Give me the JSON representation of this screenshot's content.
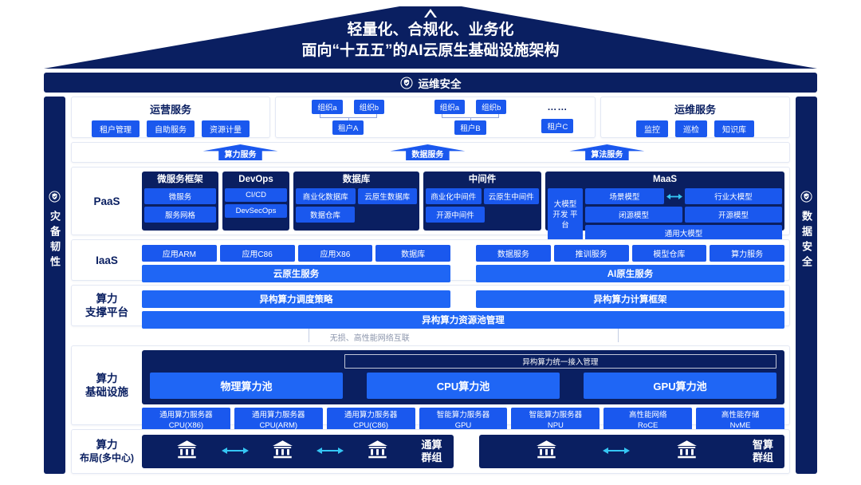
{
  "colors": {
    "navy": "#0A1F61",
    "blue": "#1A58EE",
    "bright_blue": "#1F66F5",
    "cyan": "#35C6F4"
  },
  "roof": {
    "line1": "轻量化、合规化、业务化",
    "line2": "面向“十五五”的AI云原生基础设施架构"
  },
  "security_bar": {
    "label": "运维安全"
  },
  "sidebars": {
    "left": {
      "label": "灾备韧性"
    },
    "right": {
      "label": "数据安全"
    }
  },
  "top_row": {
    "operation": {
      "title": "运营服务",
      "buttons": [
        "租户管理",
        "自助服务",
        "资源计量"
      ]
    },
    "org": {
      "groups": [
        {
          "orgs": [
            "组织a",
            "组织b"
          ],
          "tenant": "租户A"
        },
        {
          "orgs": [
            "组织a",
            "组织b"
          ],
          "tenant": "租户B"
        }
      ],
      "dots": "……",
      "tenant_c": "租户C"
    },
    "maintenance": {
      "title": "运维服务",
      "buttons": [
        "监控",
        "巡检",
        "知识库"
      ]
    }
  },
  "service_arrows": [
    "算力服务",
    "数据服务",
    "算法服务"
  ],
  "paas": {
    "label": "PaaS",
    "groups": [
      {
        "title": "微服务框架",
        "items": [
          "微服务",
          "服务网格"
        ]
      },
      {
        "title": "DevOps",
        "items": [
          "CI/CD",
          "DevSecOps"
        ]
      },
      {
        "title": "数据库",
        "items": [
          "商业化数据库",
          "云原生数据库",
          "数据仓库"
        ]
      },
      {
        "title": "中间件",
        "items": [
          "商业化中间件",
          "云原生中间件",
          "开源中间件"
        ]
      }
    ],
    "maas": {
      "title": "MaaS",
      "platform": "大模型 开发 平台",
      "row1": [
        "场景模型",
        "行业大模型"
      ],
      "row2": [
        "闭源模型",
        "开源模型"
      ],
      "row3": "通用大模型"
    }
  },
  "iaas": {
    "label": "IaaS",
    "left": {
      "items": [
        "应用ARM",
        "应用C86",
        "应用X86",
        "数据库"
      ],
      "bar": "云原生服务"
    },
    "right": {
      "items": [
        "数据服务",
        "推训服务",
        "模型仓库",
        "算力服务"
      ],
      "bar": "AI原生服务"
    }
  },
  "support": {
    "label1": "算力",
    "label2": "支撑平台",
    "top": [
      "异构算力调度策略",
      "异构算力计算框架"
    ],
    "bottom": "异构算力资源池管理"
  },
  "network": {
    "label": "无损、高性能网络互联"
  },
  "infra": {
    "label1": "算力",
    "label2": "基础设施",
    "access": "异构算力统一接入管理",
    "pools": [
      "物理算力池",
      "CPU算力池",
      "GPU算力池"
    ],
    "servers": [
      {
        "line1": "通用算力服务器",
        "line2": "CPU(X86)"
      },
      {
        "line1": "通用算力服务器",
        "line2": "CPU(ARM)"
      },
      {
        "line1": "通用算力服务器",
        "line2": "CPU(C86)"
      },
      {
        "line1": "智能算力服务器",
        "line2": "GPU"
      },
      {
        "line1": "智能算力服务器",
        "line2": "NPU"
      },
      {
        "line1": "高性能网络",
        "line2": "RoCE"
      },
      {
        "line1": "高性能存储",
        "line2": "NvME"
      }
    ]
  },
  "layout_row": {
    "label1": "算力",
    "label2": "布局(多中心)",
    "left_group": {
      "label1": "通算",
      "label2": "群组"
    },
    "right_group": {
      "label1": "智算",
      "label2": "群组"
    }
  }
}
